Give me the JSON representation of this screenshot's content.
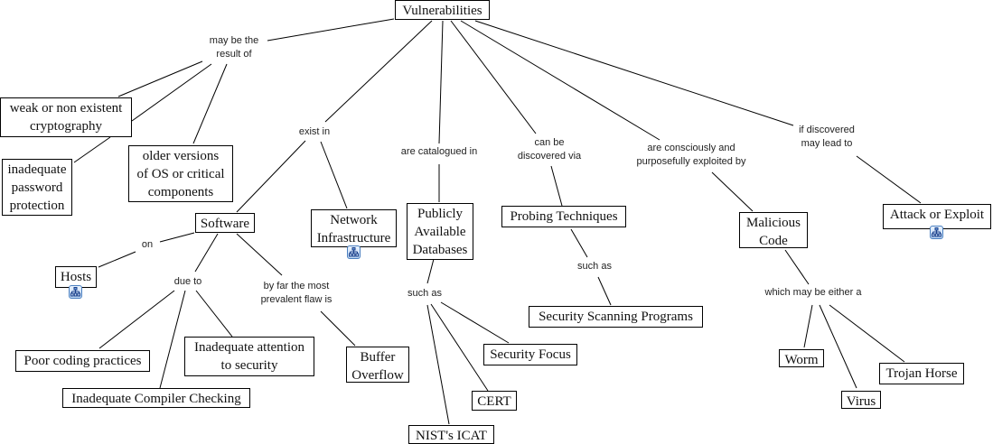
{
  "concepts": {
    "vulnerabilities": "Vulnerabilities",
    "weak_crypto": "weak or non existent\ncryptography",
    "password": "inadequate\npassword\nprotection",
    "older_versions": "older versions\nof OS or critical\ncomponents",
    "software": "Software",
    "network": "Network\nInfrastructure",
    "databases": "Publicly\nAvailable\nDatabases",
    "probing": "Probing Techniques",
    "malicious": "Malicious\nCode",
    "attack": "Attack or Exploit",
    "hosts": "Hosts",
    "poor_coding": "Poor coding practices",
    "attention": "Inadequate attention\nto security",
    "compiler": "Inadequate Compiler Checking",
    "buffer": "Buffer\nOverflow",
    "security_focus": "Security Focus",
    "cert": "CERT",
    "nist": "NIST's ICAT",
    "scanning": "Security Scanning Programs",
    "worm": "Worm",
    "virus": "Virus",
    "trojan": "Trojan Horse"
  },
  "linking_phrases": {
    "result_of": "may be the\nresult of",
    "exist_in": "exist in",
    "catalogued": "are catalogued in",
    "discovered": "can be\ndiscovered via",
    "exploited": "are consciously and\npurposefully exploited by",
    "lead_to": "if discovered\nmay lead to",
    "on": "on",
    "due_to": "due to",
    "prevalent": "by far the most\nprevalent flaw is",
    "such_as_db": "such as",
    "such_as_probe": "such as",
    "either": "which may be either a"
  },
  "icons": {
    "submap_icon": "concept-map-hierarchy-icon"
  }
}
